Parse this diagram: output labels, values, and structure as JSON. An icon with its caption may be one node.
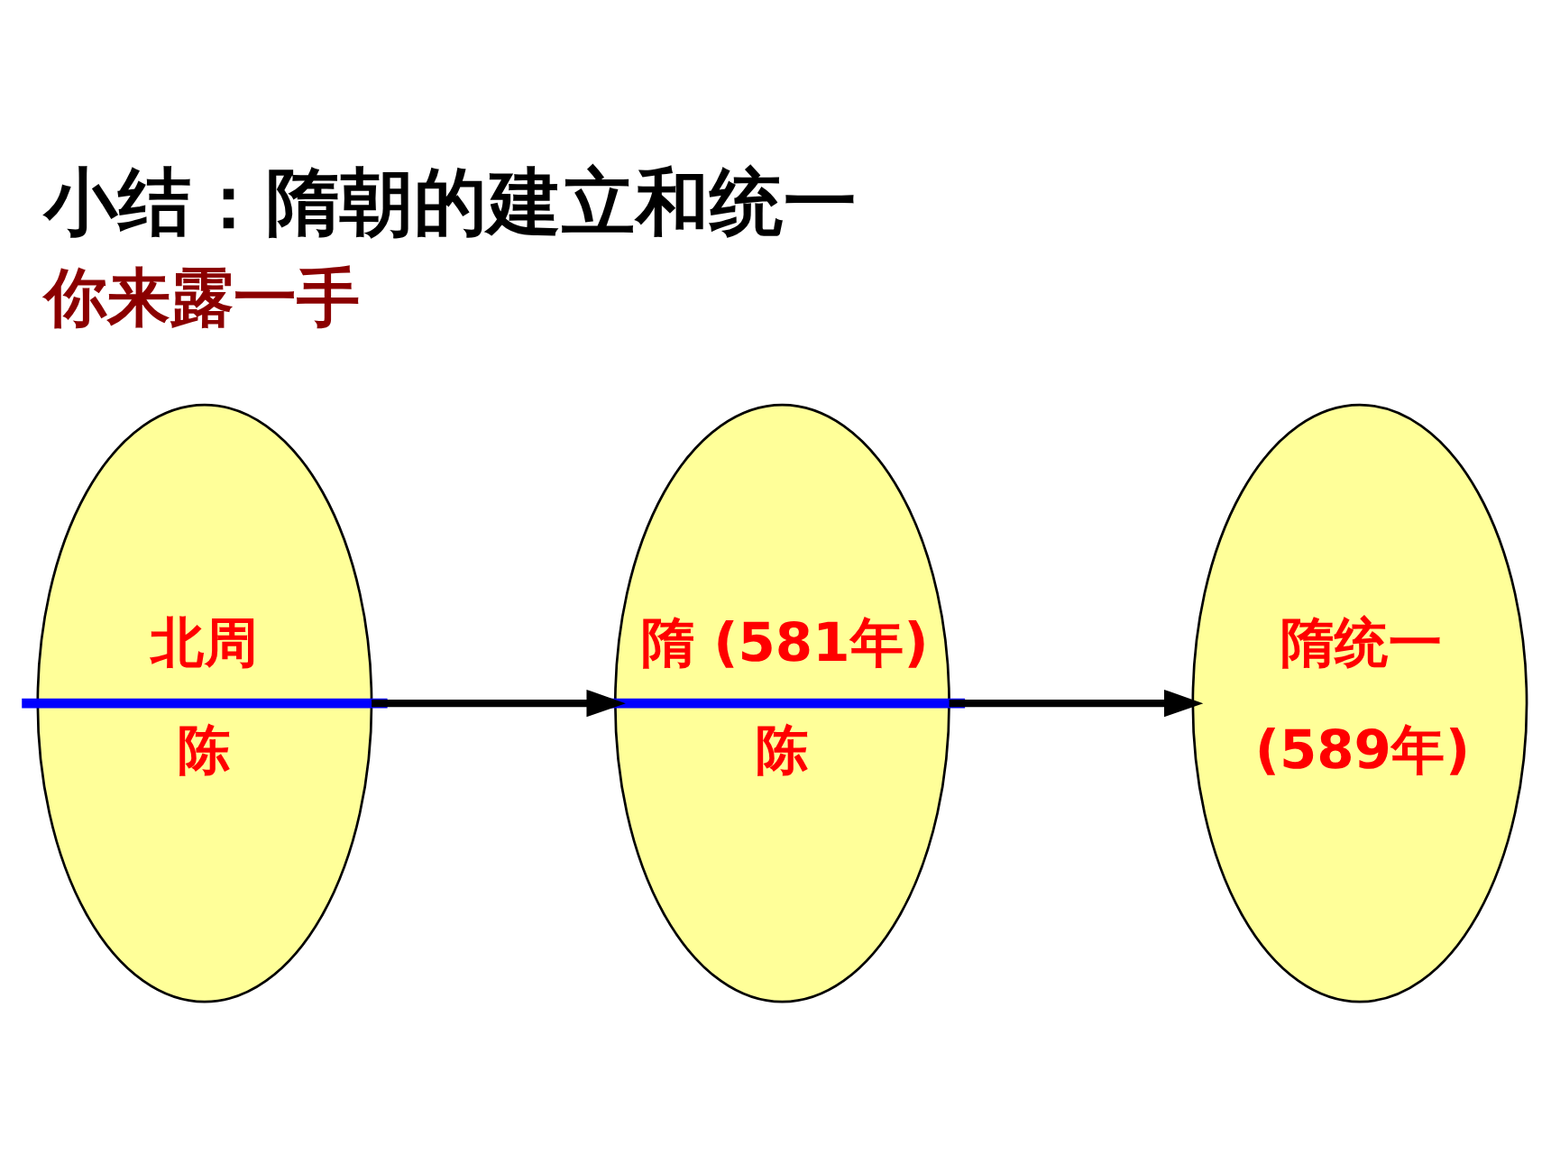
{
  "diagram": {
    "title": "小结：隋朝的建立和统一",
    "nodes": [
      {
        "text": [
          "北周",
          "陈"
        ]
      },
      {
        "text": [
          "隋 (581年)",
          "陈"
        ]
      },
      {
        "text": [
          "隋统一",
          "(589年)"
        ]
      }
    ],
    "edges": [
      {
        "from": 0,
        "to": 1,
        "arrow": "to"
      },
      {
        "from": 1,
        "to": 2,
        "arrow": "to"
      }
    ],
    "labels": [
      "你来露一手"
    ]
  }
}
